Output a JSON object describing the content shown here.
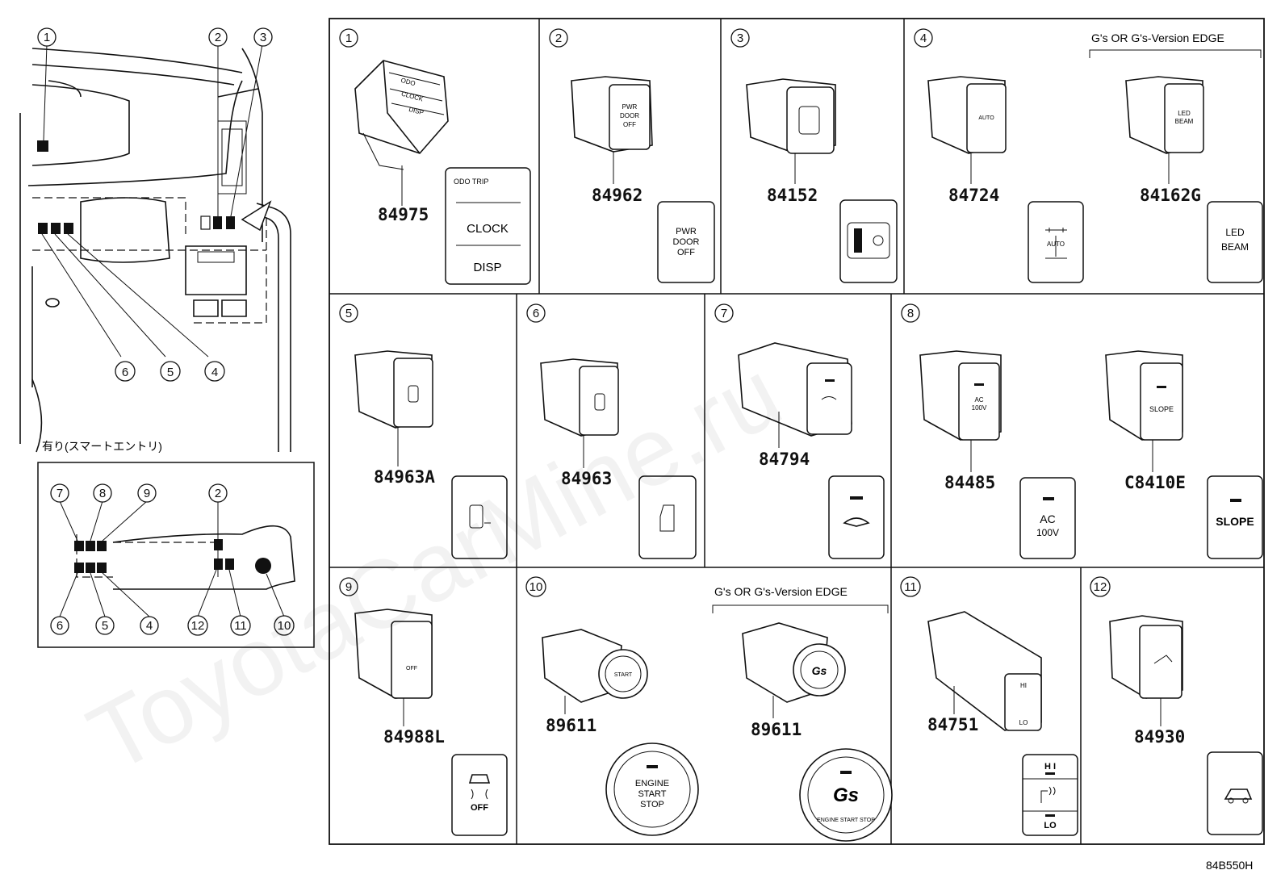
{
  "overview": {
    "smart_entry_label": "有り(スマートエントリ)",
    "callouts_top": [
      "1",
      "2",
      "3"
    ],
    "callouts_bottom": [
      "6",
      "5",
      "4"
    ],
    "inset_callouts_top": [
      "7",
      "8",
      "9",
      "2"
    ],
    "inset_callouts_bottom": [
      "6",
      "5",
      "4",
      "12",
      "11",
      "10"
    ]
  },
  "cells": [
    {
      "num": "1",
      "parts": [
        "84975"
      ],
      "face_labels": [
        "ODO TRIP",
        "CLOCK",
        "DISP"
      ]
    },
    {
      "num": "2",
      "parts": [
        "84962"
      ],
      "face_labels": [
        "PWR",
        "DOOR",
        "OFF"
      ]
    },
    {
      "num": "3",
      "parts": [
        "84152"
      ],
      "face_labels": []
    },
    {
      "num": "4",
      "parts": [
        "84724",
        "84162G"
      ],
      "note": "G's OR G's-Version EDGE",
      "face_labels": [
        "AUTO",
        "LED",
        "BEAM"
      ]
    },
    {
      "num": "5",
      "parts": [
        "84963A"
      ],
      "face_labels": []
    },
    {
      "num": "6",
      "parts": [
        "84963"
      ],
      "face_labels": []
    },
    {
      "num": "7",
      "parts": [
        "84794"
      ],
      "face_labels": []
    },
    {
      "num": "8",
      "parts": [
        "84485",
        "C8410E"
      ],
      "face_labels": [
        "AC",
        "100V",
        "SLOPE"
      ]
    },
    {
      "num": "9",
      "parts": [
        "84988L"
      ],
      "face_labels": [
        "OFF"
      ]
    },
    {
      "num": "10",
      "parts": [
        "89611",
        "89611"
      ],
      "note": "G's OR G's-Version EDGE",
      "face_labels": [
        "ENGINE",
        "START",
        "STOP",
        "ENGINE START STOP"
      ]
    },
    {
      "num": "11",
      "parts": [
        "84751"
      ],
      "face_labels": [
        "H I",
        "LO"
      ]
    },
    {
      "num": "12",
      "parts": [
        "84930"
      ],
      "face_labels": []
    }
  ],
  "diagram_code": "84B550H",
  "watermark": "ToyotaCarMine.ru"
}
